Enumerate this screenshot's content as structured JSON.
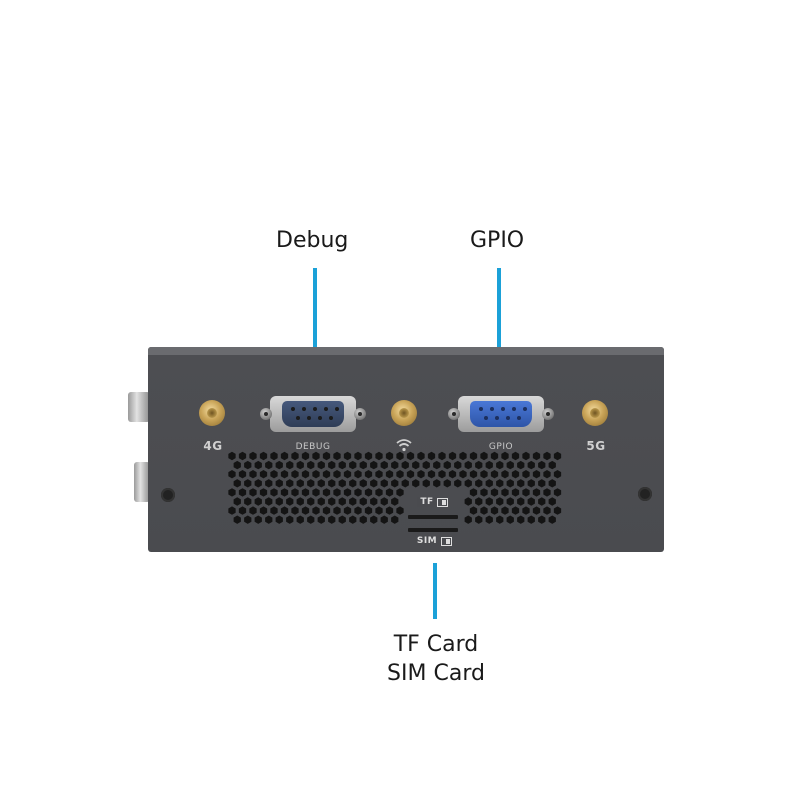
{
  "callouts": {
    "debug": "Debug",
    "gpio": "GPIO",
    "tf_card": "TF Card",
    "sim_card": "SIM Card"
  },
  "panel_labels": {
    "lte": "4G",
    "debug": "DEBUG",
    "gpio": "GPIO",
    "nr": "5G",
    "tf": "TF",
    "sim": "SIM"
  },
  "colors": {
    "callout_line": "#1ba1d8",
    "panel": "#4a4b4f",
    "gpio_connector": "#3a66c4",
    "debug_connector": "#3b4a66",
    "antenna_gold": "#c9a458"
  },
  "icons": [
    "wifi-icon",
    "sd-card-icon",
    "sim-card-icon"
  ]
}
